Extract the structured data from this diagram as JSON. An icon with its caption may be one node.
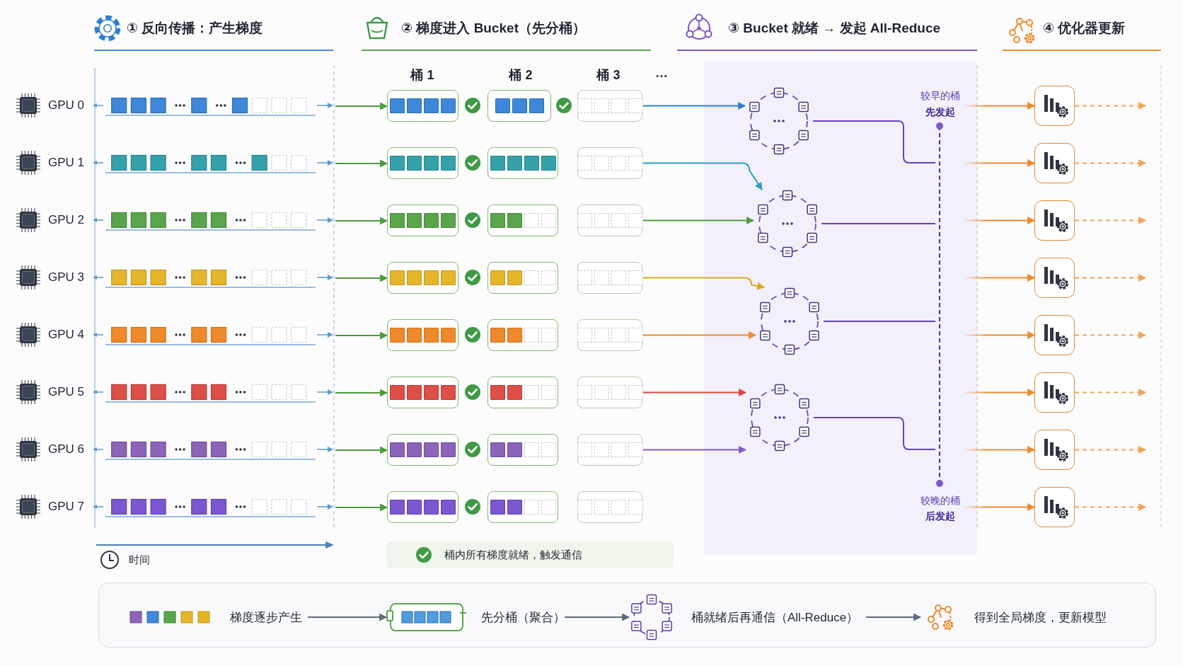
{
  "diagram": {
    "nodes": [
      {
        "text": [
          "GPU 0"
        ]
      },
      {
        "text": [],
        "shape": "bar"
      },
      {
        "text": [],
        "shape": "box"
      },
      {
        "text": [],
        "shape": "box"
      },
      {
        "text": [],
        "shape": "box"
      },
      {
        "text": [
          "GPU 1"
        ]
      },
      {
        "text": [],
        "shape": "bar"
      },
      {
        "text": [],
        "shape": "box"
      },
      {
        "text": [],
        "shape": "box"
      },
      {
        "text": [],
        "shape": "box"
      },
      {
        "text": [
          "GPU 2"
        ]
      },
      {
        "text": [],
        "shape": "bar"
      },
      {
        "text": [],
        "shape": "box"
      },
      {
        "text": [],
        "shape": "box"
      },
      {
        "text": [],
        "shape": "box"
      },
      {
        "text": [
          "GPU 3"
        ]
      },
      {
        "text": [],
        "shape": "bar"
      },
      {
        "text": [],
        "shape": "box"
      },
      {
        "text": [],
        "shape": "box"
      },
      {
        "text": [],
        "shape": "box"
      },
      {
        "text": [
          "GPU 4"
        ]
      },
      {
        "text": [],
        "shape": "bar"
      },
      {
        "text": [],
        "shape": "box"
      },
      {
        "text": [],
        "shape": "box"
      },
      {
        "text": [],
        "shape": "box"
      },
      {
        "text": [
          "GPU 5"
        ]
      },
      {
        "text": [],
        "shape": "bar"
      },
      {
        "text": [],
        "shape": "box"
      },
      {
        "text": [],
        "shape": "box"
      },
      {
        "text": [],
        "shape": "box"
      },
      {
        "text": [
          "GPU 6"
        ]
      },
      {
        "text": [],
        "shape": "bar"
      },
      {
        "text": [],
        "shape": "box"
      },
      {
        "text": [],
        "shape": "box"
      },
      {
        "text": [],
        "shape": "box"
      },
      {
        "text": [
          "GPU 7"
        ]
      },
      {
        "text": [],
        "shape": "bar"
      },
      {
        "text": [],
        "shape": "box"
      },
      {
        "text": [],
        "shape": "box"
      },
      {
        "text": [],
        "shape": "box"
      },
      {
        "text": [],
        "shape": "circle"
      },
      {
        "text": [],
        "shape": "circle"
      },
      {
        "text": [],
        "shape": "circle"
      },
      {
        "text": [],
        "shape": "circle"
      },
      {
        "text": [],
        "shape": "bar",
        "beside": [
          "较早的桶",
          "先发起",
          "较晚的桶",
          "后发起"
        ]
      },
      {
        "text": [],
        "shape": "box"
      },
      {
        "text": [],
        "shape": "box"
      },
      {
        "text": [],
        "shape": "box"
      },
      {
        "text": [],
        "shape": "box"
      },
      {
        "text": [],
        "shape": "box"
      },
      {
        "text": [],
        "shape": "box"
      },
      {
        "text": [],
        "shape": "box"
      },
      {
        "text": [],
        "shape": "box"
      },
      {
        "text": [
          "桶内所有梯度就绪，触发通信"
        ]
      },
      {
        "text": [],
        "shape": "box"
      },
      {
        "text": [
          "梯度逐步产生"
        ],
        "in": 54
      },
      {
        "text": [
          "先分桶（聚合）"
        ],
        "in": 54
      },
      {
        "text": [
          "桶就绪后再通信（All-Reduce）"
        ],
        "in": 54
      },
      {
        "text": [
          "得到全局梯度，更新模型"
        ],
        "in": 54
      }
    ],
    "edges": [
      {
        "from": 1,
        "to": 2,
        "arrow": "to",
        "color": "#4e9a3e"
      },
      {
        "from": 6,
        "to": 7,
        "arrow": "to",
        "color": "#4e9a3e"
      },
      {
        "from": 11,
        "to": 12,
        "arrow": "to",
        "color": "#4e9a3e"
      },
      {
        "from": 16,
        "to": 17,
        "arrow": "to",
        "color": "#4e9a3e"
      },
      {
        "from": 21,
        "to": 22,
        "arrow": "to",
        "color": "#4e9a3e"
      },
      {
        "from": 26,
        "to": 27,
        "arrow": "to",
        "color": "#4e9a3e"
      },
      {
        "from": 31,
        "to": 32,
        "arrow": "to",
        "color": "#4e9a3e"
      },
      {
        "from": 36,
        "to": 37,
        "arrow": "to",
        "color": "#4e9a3e"
      },
      {
        "from": 4,
        "to": 40,
        "arrow": "to",
        "color": "#2f80cc"
      },
      {
        "from": 9,
        "to": 41,
        "arrow": "to",
        "color": "#2a9fc4"
      },
      {
        "from": 14,
        "to": 41,
        "arrow": "to",
        "color": "#4e9a3e"
      },
      {
        "from": 19,
        "to": 42,
        "arrow": "to",
        "color": "#d9a918"
      },
      {
        "from": 24,
        "to": 42,
        "arrow": "to",
        "color": "#ee8a2b"
      },
      {
        "from": 29,
        "to": 43,
        "arrow": "to",
        "color": "#d9473f"
      },
      {
        "from": 34,
        "to": 43,
        "arrow": "to",
        "color": "#7e5bc2"
      },
      {
        "from": 40,
        "to": 44,
        "arrow": "none",
        "color": "#6b3fb8"
      },
      {
        "from": 41,
        "to": 44,
        "arrow": "none",
        "color": "#6b3fb8"
      },
      {
        "from": 42,
        "to": 44,
        "arrow": "none",
        "color": "#6b3fb8"
      },
      {
        "from": 43,
        "to": 44,
        "arrow": "none",
        "color": "#6b3fb8"
      },
      {
        "from": 44,
        "to": 45,
        "arrow": "to",
        "color": "#ee8a2b"
      },
      {
        "from": 44,
        "to": 46,
        "arrow": "to",
        "color": "#ee8a2b"
      },
      {
        "from": 44,
        "to": 47,
        "arrow": "to",
        "color": "#ee8a2b"
      },
      {
        "from": 44,
        "to": 48,
        "arrow": "to",
        "color": "#ee8a2b"
      },
      {
        "from": 44,
        "to": 49,
        "arrow": "to",
        "color": "#ee8a2b"
      },
      {
        "from": 44,
        "to": 50,
        "arrow": "to",
        "color": "#ee8a2b"
      },
      {
        "from": 44,
        "to": 51,
        "arrow": "to",
        "color": "#ee8a2b"
      },
      {
        "from": 44,
        "to": 52,
        "arrow": "to",
        "color": "#ee8a2b"
      },
      {
        "from": 45,
        "to": null,
        "arrow": "to",
        "style": "dashed",
        "color": "#f0a35a"
      },
      {
        "from": 46,
        "to": null,
        "arrow": "to",
        "style": "dashed",
        "color": "#f0a35a"
      },
      {
        "from": 47,
        "to": null,
        "arrow": "to",
        "style": "dashed",
        "color": "#f0a35a"
      },
      {
        "from": 48,
        "to": null,
        "arrow": "to",
        "style": "dashed",
        "color": "#f0a35a"
      },
      {
        "from": 49,
        "to": null,
        "arrow": "to",
        "style": "dashed",
        "color": "#f0a35a"
      },
      {
        "from": 50,
        "to": null,
        "arrow": "to",
        "style": "dashed",
        "color": "#f0a35a"
      },
      {
        "from": 51,
        "to": null,
        "arrow": "to",
        "style": "dashed",
        "color": "#f0a35a"
      },
      {
        "from": 52,
        "to": null,
        "arrow": "to",
        "style": "dashed",
        "color": "#f0a35a"
      },
      {
        "from": 55,
        "to": 56,
        "arrow": "to",
        "color": "#5f6b7a"
      },
      {
        "from": 56,
        "to": 57,
        "arrow": "to",
        "color": "#5f6b7a"
      },
      {
        "from": 57,
        "to": 58,
        "arrow": "to",
        "color": "#5f6b7a"
      }
    ],
    "labels": [
      "① 反向传播：产生梯度",
      "② 梯度进入 Bucket（先分桶）",
      "③ Bucket 就绪 → 发起 All-Reduce",
      "④ 优化器更新",
      "桶 1",
      "桶 2",
      "桶 3",
      "…",
      "时间"
    ]
  }
}
